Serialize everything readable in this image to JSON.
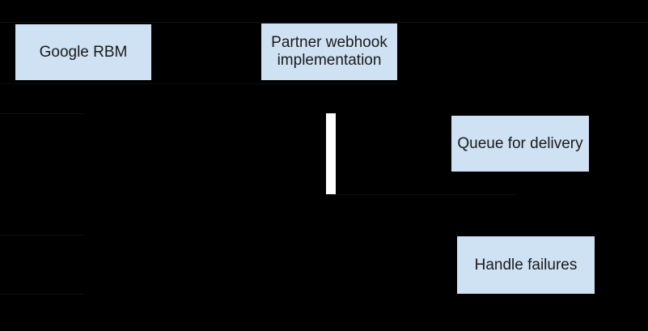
{
  "diagram": {
    "type": "sequence",
    "background_color": "#000000",
    "node_fill_color": "#cfe2f3",
    "node_border_color": "#000000",
    "node_text_color": "#1a1a1a",
    "activation_bar_color": "#ffffff",
    "faint_line_color": "#101010",
    "nodes": [
      {
        "id": "google-rbm",
        "label": "Google RBM"
      },
      {
        "id": "partner-webhook",
        "label": "Partner webhook implementation"
      },
      {
        "id": "queue-for-delivery",
        "label": "Queue for delivery"
      },
      {
        "id": "handle-failures",
        "label": "Handle failures"
      }
    ]
  }
}
